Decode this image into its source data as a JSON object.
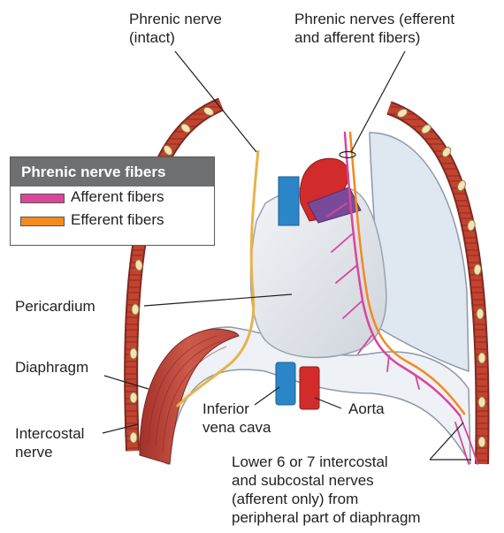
{
  "labels": {
    "phrenic_intact": "Phrenic nerve\n(intact)",
    "phrenic_efferent_afferent": "Phrenic nerves (efferent\nand afferent fibers)",
    "pericardium": "Pericardium",
    "diaphragm": "Diaphragm",
    "intercostal_nerve": "Intercostal\nnerve",
    "inferior_vena_cava": "Inferior\nvena cava",
    "aorta": "Aorta",
    "lower_intercostal": "Lower 6 or 7 intercostal\nand subcostal nerves\n(afferent only) from\nperipheral part of diaphragm"
  },
  "legend": {
    "title": "Phrenic nerve fibers",
    "items": [
      {
        "label": "Afferent fibers",
        "color": "#d9469b"
      },
      {
        "label": "Efferent fibers",
        "color": "#f28a1e"
      }
    ]
  },
  "colors": {
    "afferent": "#d9469b",
    "efferent": "#f28a1e",
    "nerve_intact": "#e7b34a",
    "muscle": "#b83a2e",
    "vena_cava": "#2a86c8",
    "aorta": "#d22b2b",
    "pericardium": "#e4e7ec",
    "pleura": "#dde6f0"
  }
}
